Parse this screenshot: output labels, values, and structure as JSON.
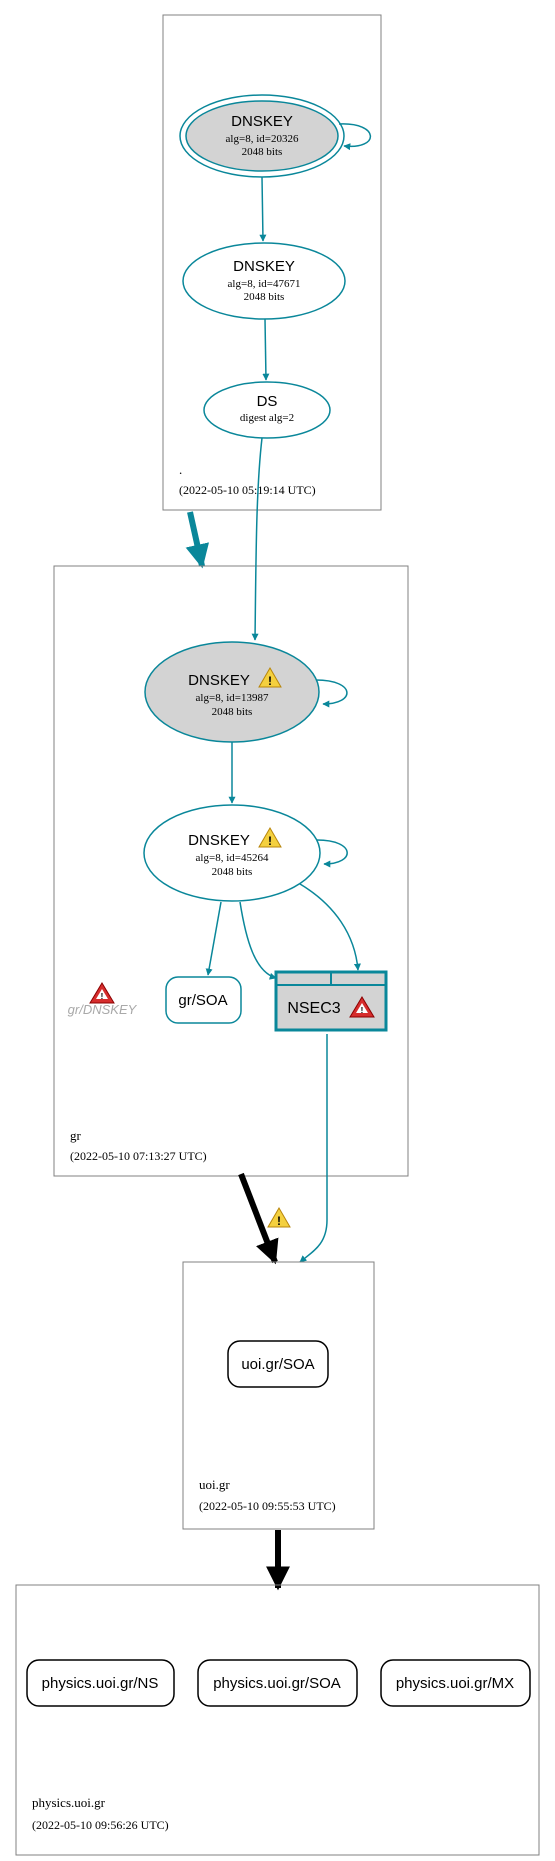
{
  "zones": {
    "root": {
      "name": ".",
      "timestamp": "(2022-05-10 05:19:14 UTC)"
    },
    "gr": {
      "name": "gr",
      "timestamp": "(2022-05-10 07:13:27 UTC)"
    },
    "uoi": {
      "name": "uoi.gr",
      "timestamp": "(2022-05-10 09:55:53 UTC)"
    },
    "physics": {
      "name": "physics.uoi.gr",
      "timestamp": "(2022-05-10 09:56:26 UTC)"
    }
  },
  "nodes": {
    "root_ksk": {
      "title": "DNSKEY",
      "line1": "alg=8, id=20326",
      "line2": "2048 bits"
    },
    "root_zsk": {
      "title": "DNSKEY",
      "line1": "alg=8, id=47671",
      "line2": "2048 bits"
    },
    "root_ds": {
      "title": "DS",
      "line1": "digest alg=2"
    },
    "gr_ksk": {
      "title": "DNSKEY",
      "line1": "alg=8, id=13987",
      "line2": "2048 bits"
    },
    "gr_zsk": {
      "title": "DNSKEY",
      "line1": "alg=8, id=45264",
      "line2": "2048 bits"
    },
    "gr_soa": {
      "label": "gr/SOA"
    },
    "gr_nsec3": {
      "label": "NSEC3"
    },
    "gr_dnskey_missing": {
      "label": "gr/DNSKEY"
    },
    "uoi_soa": {
      "label": "uoi.gr/SOA"
    },
    "phys_ns": {
      "label": "physics.uoi.gr/NS"
    },
    "phys_soa": {
      "label": "physics.uoi.gr/SOA"
    },
    "phys_mx": {
      "label": "physics.uoi.gr/MX"
    }
  },
  "colors": {
    "secure": "#0a879a",
    "ksk_fill": "#d3d3d3",
    "zone_border": "#808080",
    "warning": "#f4d03f",
    "error": "#d62d2d",
    "delegation": "#000000"
  },
  "icons": {
    "warning": "warning-triangle-icon",
    "error": "error-triangle-icon"
  }
}
